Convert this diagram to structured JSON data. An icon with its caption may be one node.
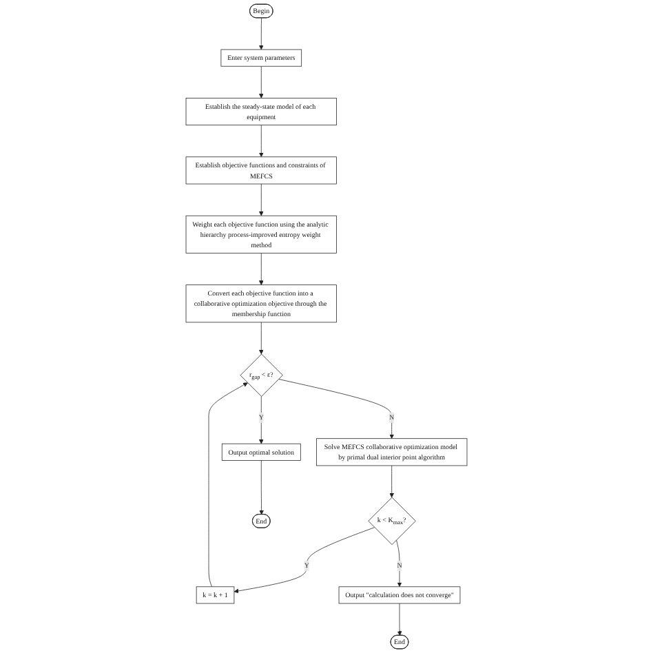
{
  "diagram": {
    "nodes": [
      {
        "text": [
          "Begin"
        ]
      },
      {
        "text": [
          "Enter system parameters"
        ]
      },
      {
        "text": [
          "Establish the steady-state model of each equipment"
        ]
      },
      {
        "text": [
          "Establish objective functions and constraints of MEFCS"
        ]
      },
      {
        "text": [
          "Weight each objective function using the analytic hierarchy process-improved entropy weight method"
        ]
      },
      {
        "text": [
          "Convert each objective function into a collaborative optimization objective through the membership function"
        ]
      },
      {
        "text": [
          "r$_{gap}$ < ε?"
        ]
      },
      {
        "text": [
          "Solve MEFCS collaborative optimization model by primal dual interior point algorithm"
        ]
      },
      {
        "text": [
          "k < K$_{max}$?"
        ]
      },
      {
        "text": [
          "k = k + 1"
        ]
      },
      {
        "text": [
          "Output optimal solution"
        ]
      },
      {
        "text": [
          "Output \"calculation does not converge\""
        ]
      },
      {
        "text": [
          "End"
        ]
      },
      {
        "text": [
          "End"
        ]
      }
    ],
    "edges": [
      {
        "from": 0,
        "to": 1,
        "arrow": "to"
      },
      {
        "from": 1,
        "to": 2,
        "arrow": "to"
      },
      {
        "from": 2,
        "to": 3,
        "arrow": "to"
      },
      {
        "from": 3,
        "to": 4,
        "arrow": "to"
      },
      {
        "from": 4,
        "to": 5,
        "arrow": "to"
      },
      {
        "from": 5,
        "to": 6,
        "arrow": "to"
      },
      {
        "from": 6,
        "to": 7,
        "arrow": "to",
        "label": "N"
      },
      {
        "from": 6,
        "to": 10,
        "arrow": "to",
        "label": "Y"
      },
      {
        "from": 7,
        "to": 8,
        "arrow": "to"
      },
      {
        "from": 8,
        "to": 9,
        "arrow": "to",
        "label": "Y"
      },
      {
        "from": 9,
        "to": 6,
        "arrow": "to"
      },
      {
        "from": 8,
        "to": 11,
        "arrow": "to",
        "label": "N"
      },
      {
        "from": 10,
        "to": 12,
        "arrow": "to"
      },
      {
        "from": 11,
        "to": 13,
        "arrow": "to"
      }
    ]
  }
}
